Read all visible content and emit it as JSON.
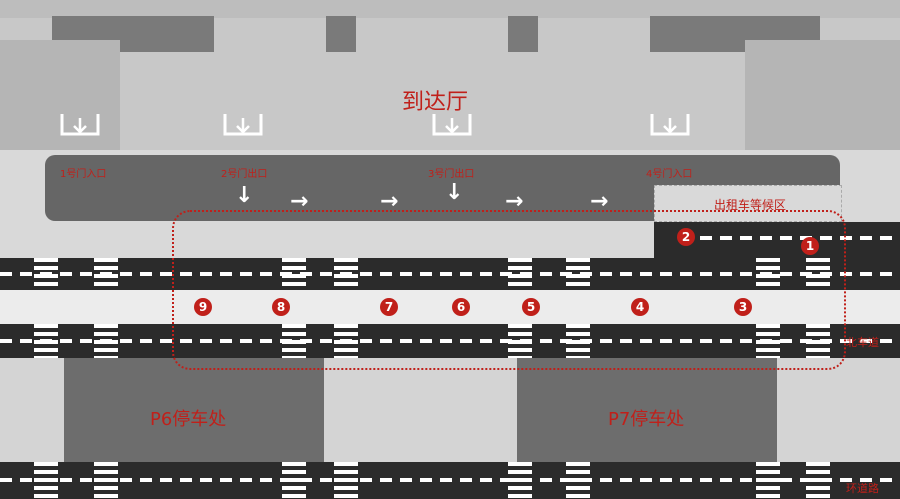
{
  "hall": {
    "title": "到达厅"
  },
  "gates": [
    {
      "label": "1号门入口"
    },
    {
      "label": "2号门出口"
    },
    {
      "label": "3号门出口"
    },
    {
      "label": "4号门入口"
    }
  ],
  "taxi_waiting_area": {
    "label": "出租车等候区"
  },
  "pickup_points": [
    "1",
    "2",
    "3",
    "4",
    "5",
    "6",
    "7",
    "8",
    "9"
  ],
  "parking": [
    {
      "label": "P6停车处"
    },
    {
      "label": "P7停车处"
    }
  ],
  "roads": [
    {
      "label": "北车道"
    },
    {
      "label": "环道路"
    }
  ],
  "colors": {
    "accent": "#c0201a",
    "road": "#2b2b2b",
    "sidewalk": "#666666"
  }
}
